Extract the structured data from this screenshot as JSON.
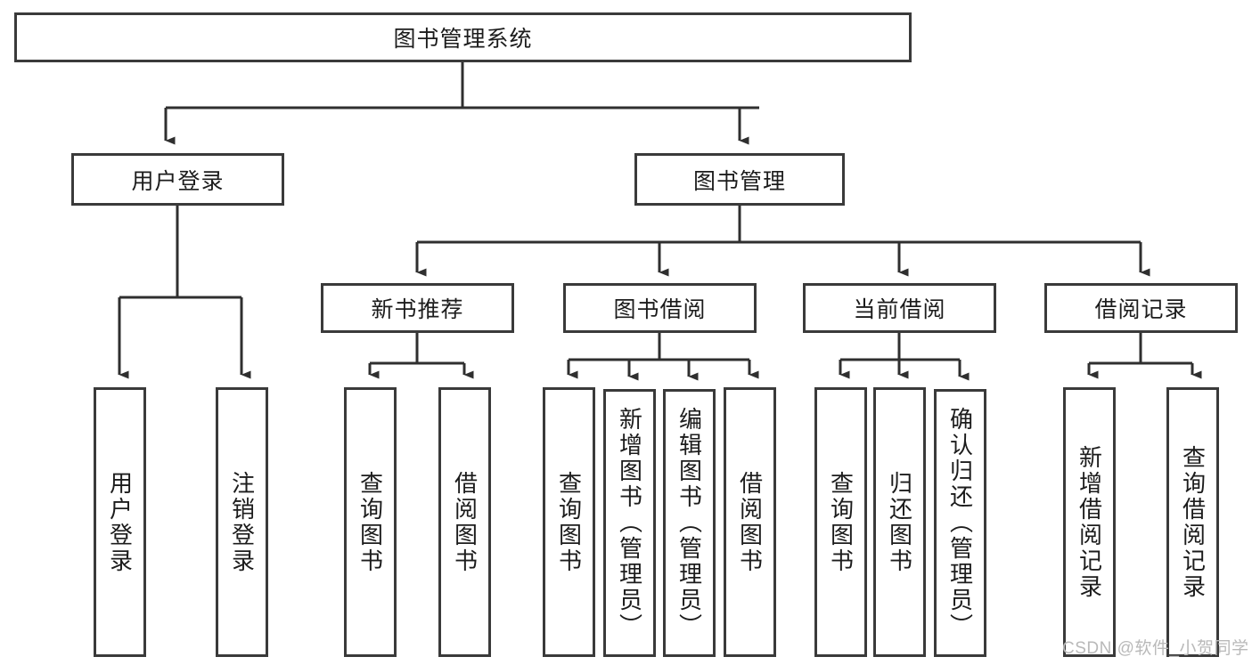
{
  "diagram": {
    "title": "图书管理系统",
    "type": "tree-hierarchy-diagram",
    "root": {
      "label": "图书管理系统",
      "level": 1
    },
    "level2": [
      {
        "label": "用户登录"
      },
      {
        "label": "图书管理"
      }
    ],
    "level3": [
      {
        "label": "新书推荐"
      },
      {
        "label": "图书借阅"
      },
      {
        "label": "当前借阅"
      },
      {
        "label": "借阅记录"
      }
    ],
    "leaves": {
      "user_login": [
        {
          "label": "用户登录"
        },
        {
          "label": "注销登录"
        }
      ],
      "new_book_recommend": [
        {
          "label": "查询图书"
        },
        {
          "label": "借阅图书"
        }
      ],
      "book_borrow": [
        {
          "label": "查询图书"
        },
        {
          "label": "新增图书（管理员）"
        },
        {
          "label": "编辑图书（管理员）"
        },
        {
          "label": "借阅图书"
        }
      ],
      "current_borrow": [
        {
          "label": "查询图书"
        },
        {
          "label": "归还图书"
        },
        {
          "label": "确认归还（管理员）"
        }
      ],
      "borrow_record": [
        {
          "label": "新增借阅记录"
        },
        {
          "label": "查询借阅记录"
        }
      ]
    },
    "watermark": "CSDN @软件_小贺同学",
    "colors": {
      "border": "#3a3a3a",
      "text": "#1c1c1c",
      "background": "#ffffff",
      "watermark": "#b9b9b9"
    }
  }
}
